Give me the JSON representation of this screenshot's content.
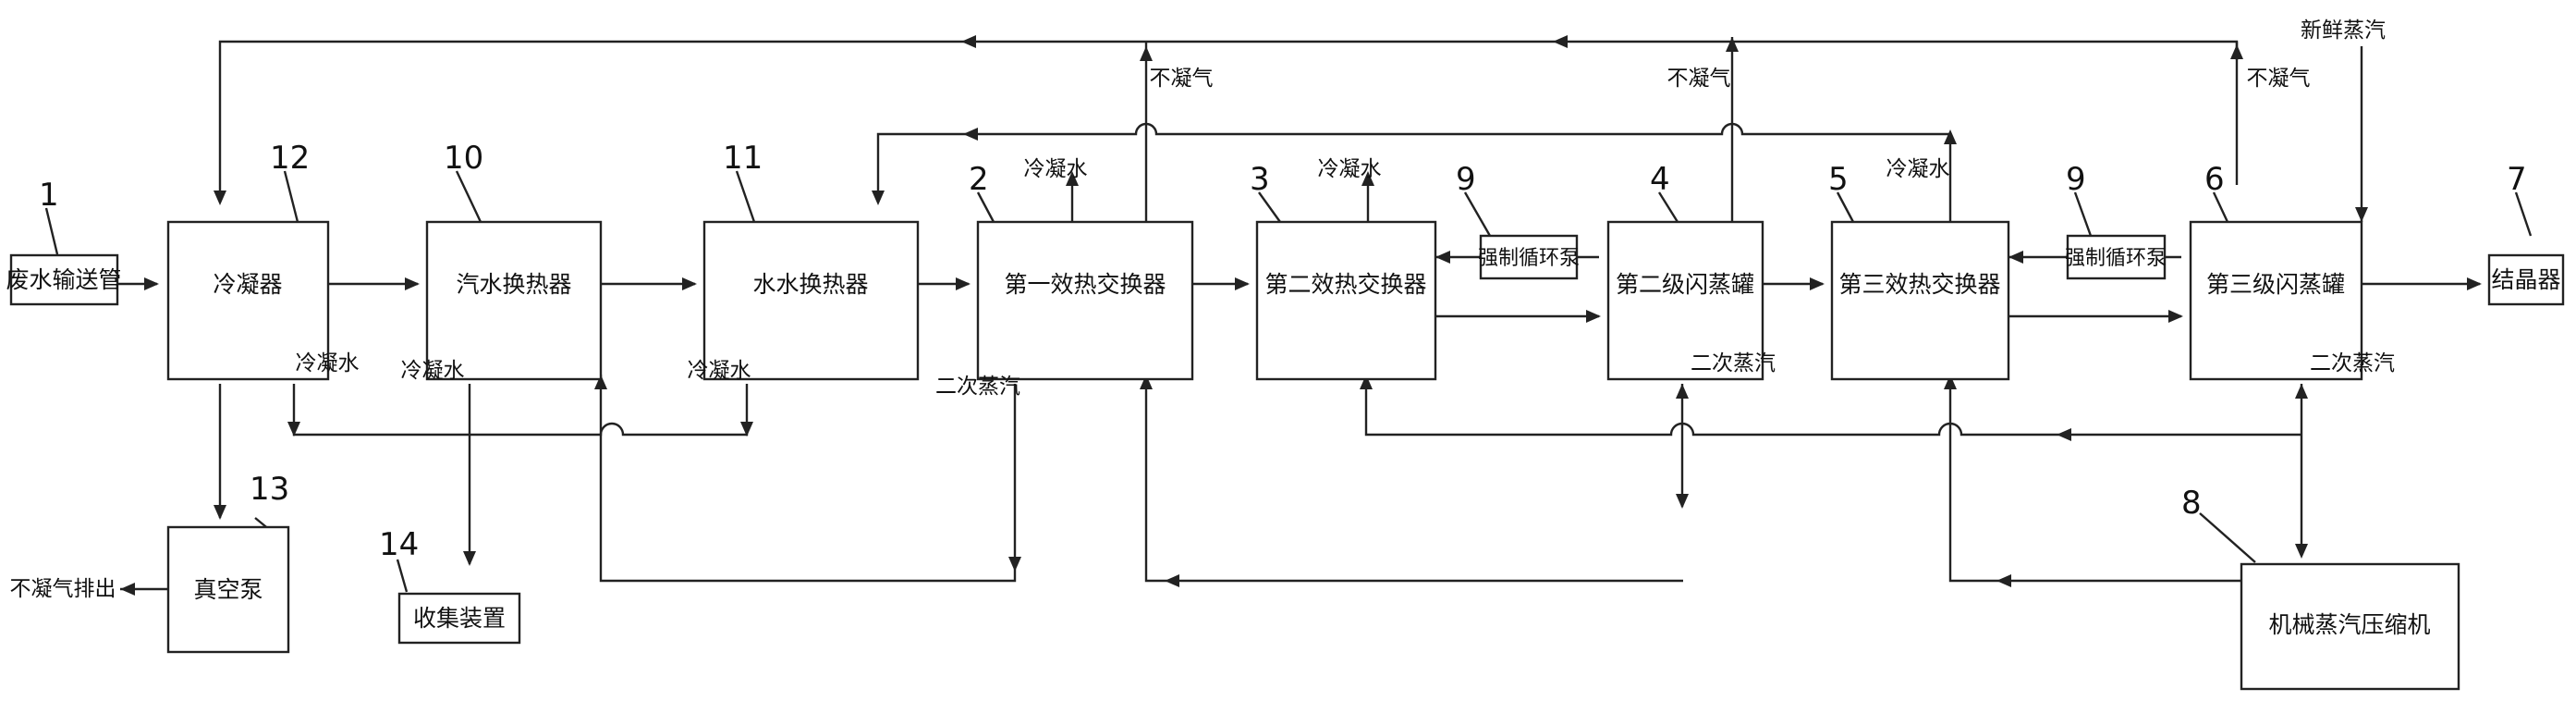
{
  "diagram": {
    "numbers": {
      "n1": "1",
      "n2": "2",
      "n3": "3",
      "n4": "4",
      "n5": "5",
      "n6": "6",
      "n7": "7",
      "n8": "8",
      "n9a": "9",
      "n9b": "9",
      "n10": "10",
      "n11": "11",
      "n12": "12",
      "n13": "13",
      "n14": "14"
    },
    "components": {
      "wastewater_pipe": "废水输送管",
      "condenser": "冷凝器",
      "steam_water_hx": "汽水换热器",
      "water_water_hx": "水水换热器",
      "hx1": "第一效热交换器",
      "hx2": "第二效热交换器",
      "pump_a": "强制循环泵",
      "flash2": "第二级闪蒸罐",
      "hx3": "第三效热交换器",
      "pump_b": "强制循环泵",
      "flash3": "第三级闪蒸罐",
      "crystallizer": "结晶器",
      "vacuum_pump": "真空泵",
      "collector": "收集装置",
      "mvr": "机械蒸汽压缩机"
    },
    "labels": {
      "fresh_steam": "新鲜蒸汽",
      "ncg1": "不凝气",
      "ncg2": "不凝气",
      "ncg3": "不凝气",
      "ncg_exhaust": "不凝气排出",
      "cond_hx1": "冷凝水",
      "cond_hx2": "冷凝水",
      "cond_hx3": "冷凝水",
      "cond_condenser": "冷凝水",
      "cond_steam_hx": "冷凝水",
      "cond_water_hx": "冷凝水",
      "sec_steam1": "二次蒸汽",
      "sec_steam2": "二次蒸汽",
      "sec_steam3": "二次蒸汽"
    }
  }
}
